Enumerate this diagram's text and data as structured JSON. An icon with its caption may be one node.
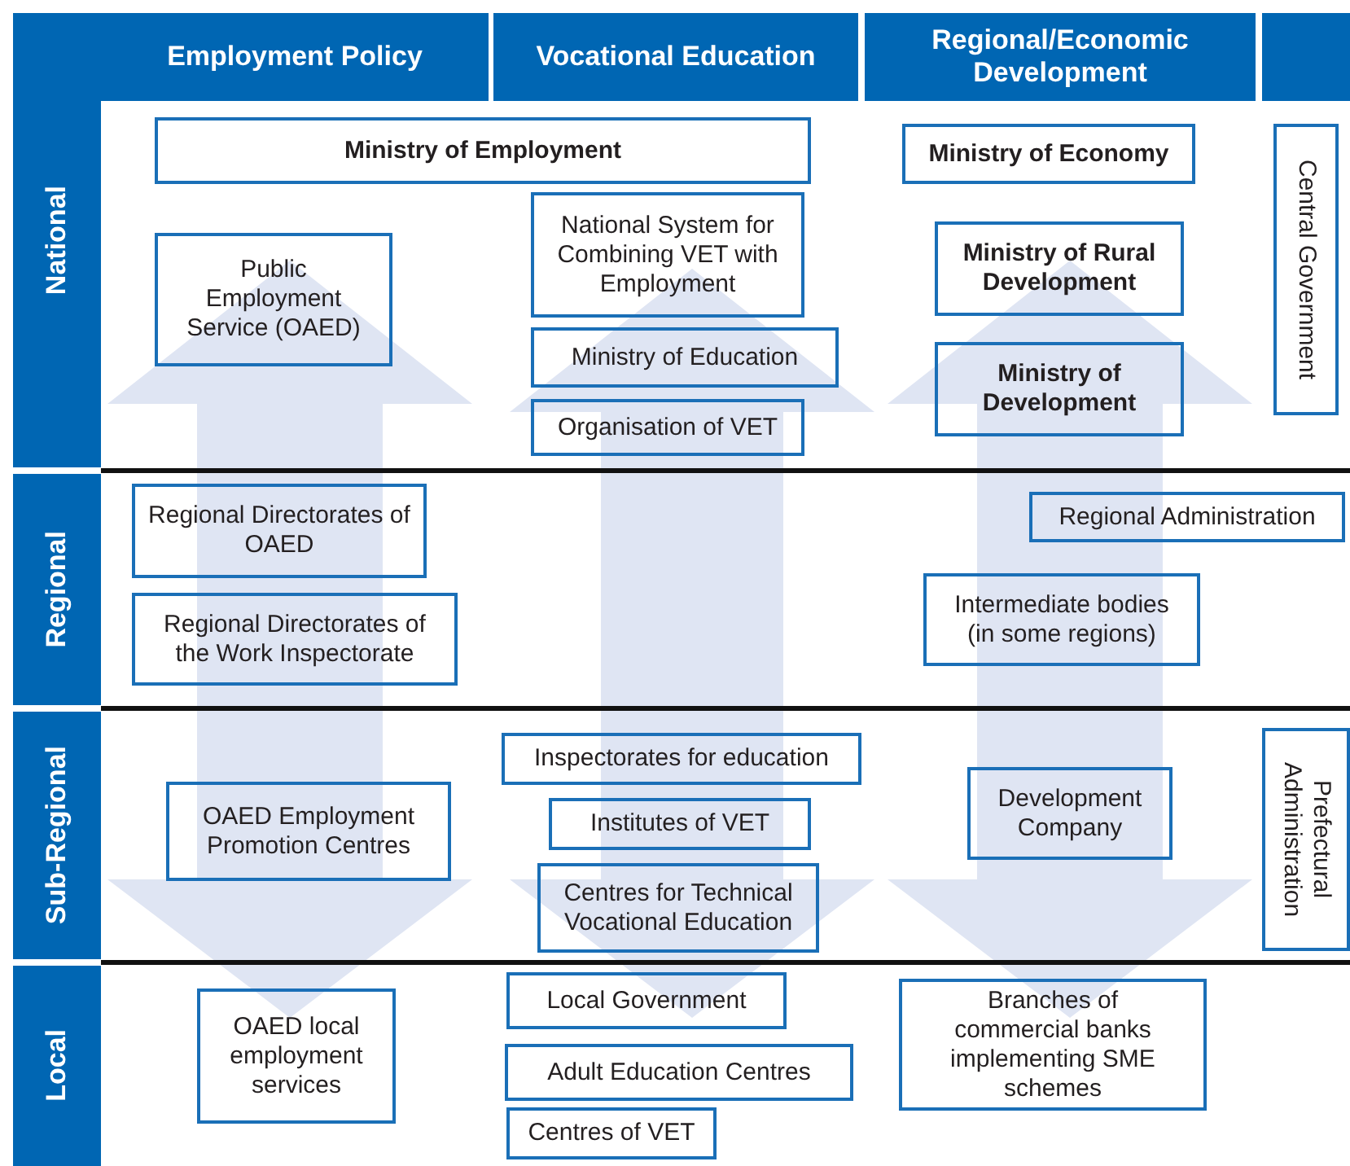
{
  "diagram": {
    "nodes": [
      {
        "text": [
          "Employment Policy"
        ]
      },
      {
        "text": [
          "Vocational Education"
        ]
      },
      {
        "text": [
          "Regional/Economic Development"
        ]
      },
      {
        "text": [],
        "shape": "box"
      },
      {
        "text": [
          "National"
        ]
      },
      {
        "text": [
          "Regional"
        ]
      },
      {
        "text": [
          "Sub-Regional"
        ]
      },
      {
        "text": [
          "Local"
        ]
      },
      {
        "text": [
          "Ministry of Employment"
        ]
      },
      {
        "text": [
          "Ministry of Economy"
        ]
      },
      {
        "text": [
          "Central Government"
        ]
      },
      {
        "text": [
          "Public Employment Service (OAED)"
        ]
      },
      {
        "text": [
          "National System for Combining VET with Employment"
        ]
      },
      {
        "text": [
          "Ministry of Rural Development"
        ]
      },
      {
        "text": [
          "Ministry of Education"
        ]
      },
      {
        "text": [
          "Ministry of Development"
        ]
      },
      {
        "text": [
          "Organisation of VET"
        ]
      },
      {
        "text": [
          "Regional Directorates of OAED"
        ]
      },
      {
        "text": [
          "Regional Administration"
        ]
      },
      {
        "text": [
          "Intermediate bodies (in some regions)"
        ]
      },
      {
        "text": [
          "Regional Directorates of the Work Inspectorate"
        ]
      },
      {
        "text": [
          "Inspectorates for education"
        ]
      },
      {
        "text": [
          "Prefectural Administration"
        ]
      },
      {
        "text": [
          "OAED Employment Promotion Centres"
        ]
      },
      {
        "text": [
          "Development Company"
        ]
      },
      {
        "text": [
          "Institutes of VET"
        ]
      },
      {
        "text": [
          "Centres for Technical Vocational Education"
        ]
      },
      {
        "text": [
          "OAED local employment services"
        ]
      },
      {
        "text": [
          "Local Government"
        ]
      },
      {
        "text": [
          "Branches of commercial banks implementing SME schemes"
        ]
      },
      {
        "text": [
          "Adult Education Centres"
        ]
      },
      {
        "text": [
          "Centres of VET"
        ]
      }
    ],
    "edges": [
      {
        "from": 27,
        "to": 11,
        "arrow": "both",
        "style": "thick",
        "color": "#dfe5f3"
      },
      {
        "from": 28,
        "to": 12,
        "arrow": "both",
        "style": "thick",
        "color": "#dfe5f3"
      },
      {
        "from": 29,
        "to": 13,
        "arrow": "both",
        "style": "thick",
        "color": "#dfe5f3"
      }
    ]
  }
}
